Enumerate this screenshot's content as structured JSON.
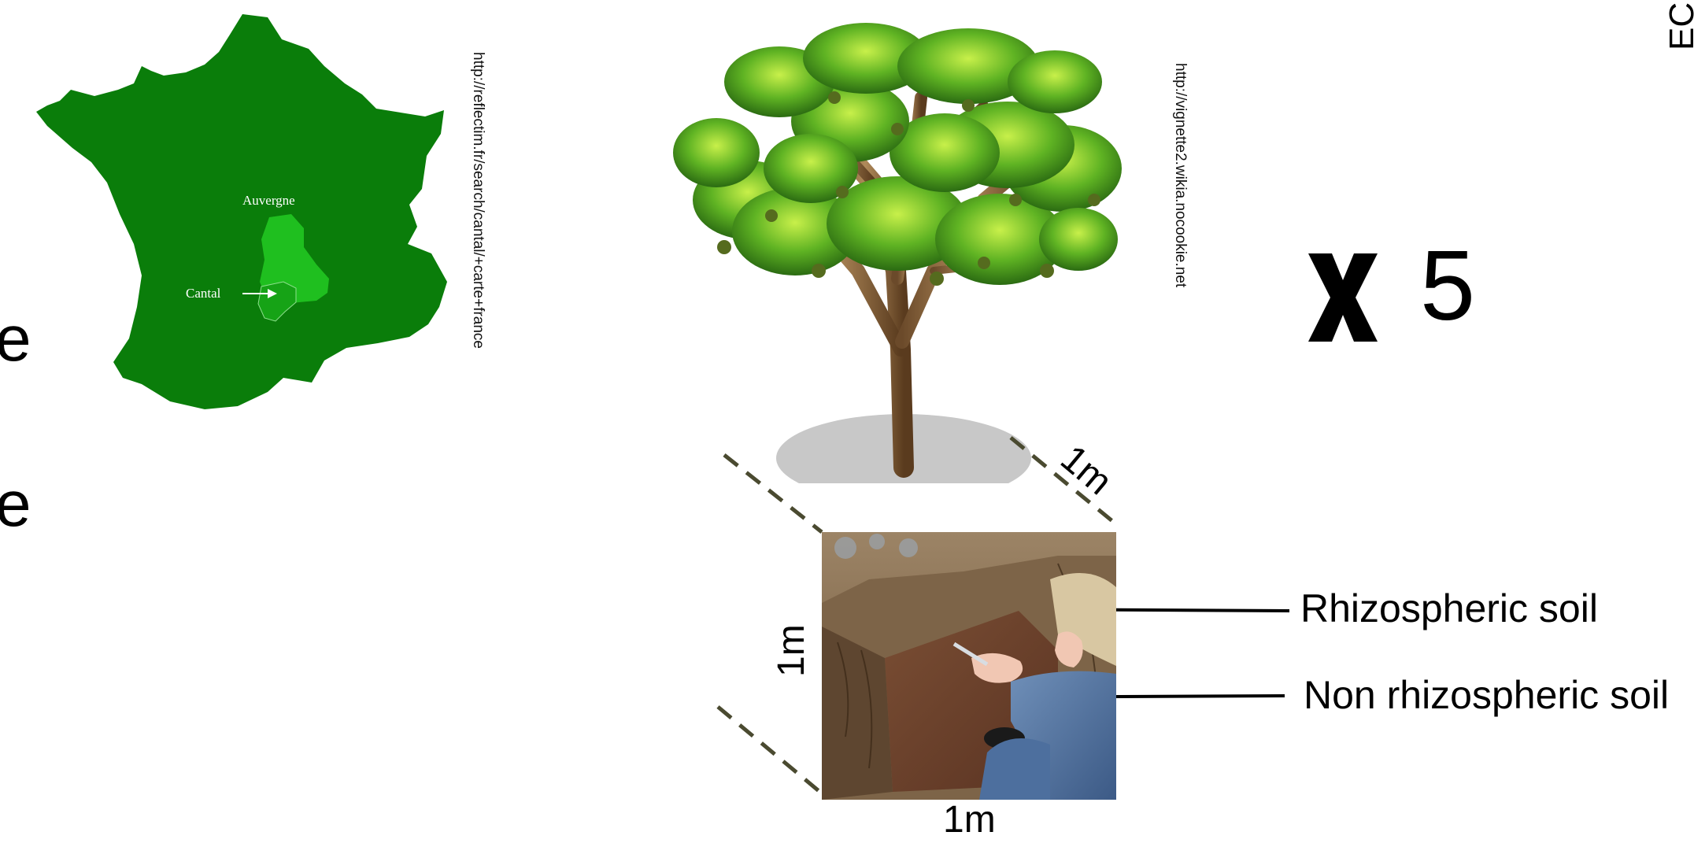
{
  "left_edge_letters": [
    "e",
    "e"
  ],
  "top_right_clip": "EC",
  "map": {
    "region_label": "Auvergne",
    "department_label": "Cantal",
    "colors": {
      "country": "#0a7d0a",
      "region": "#1fbf1f",
      "department": "#16a316",
      "label": "#ffffff"
    }
  },
  "credits": {
    "map_url": "http://reflectim.fr/search/cantal/+carte+france",
    "tree_url": "http://vignette2.wikia.nocookie.net"
  },
  "multiplier": {
    "symbol_icon": "bold-x-icon",
    "count": "5"
  },
  "dimensions": {
    "depth": "1m",
    "height": "1m",
    "width": "1m"
  },
  "soil_labels": {
    "rhizospheric": "Rhizospheric soil",
    "non_rhizospheric": "Non rhizospheric soil"
  }
}
